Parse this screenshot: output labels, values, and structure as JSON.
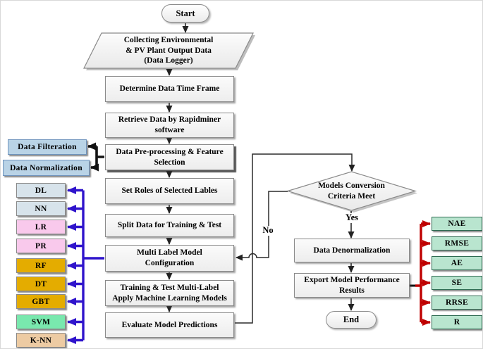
{
  "nodes": {
    "start": "Start",
    "collect": "Collecting Environmental\n& PV Plant Output Data\n(Data Logger)",
    "determine": "Determine Data Time Frame",
    "retrieve": "Retrieve Data by Rapidminer\nsoftware",
    "preprocess": "Data Pre-processing & Feature\nSelection",
    "set_roles": "Set Roles of Selected Lables",
    "split": "Split Data for Training & Test",
    "multi_label": "Multi Label Model\nConfiguration",
    "train_test": "Training & Test Multi-Label\nApply Machine Learning Models",
    "evaluate": "Evaluate Model Predictions",
    "decision": "Models Conversion\nCriteria Meet",
    "denormalization": "Data Denormalization",
    "export": "Export Model Performance\nResults",
    "end": "End"
  },
  "branch_labels": {
    "yes": "Yes",
    "no": "No"
  },
  "preprocessing_outputs": [
    {
      "label": "Data Filteration",
      "color": "#b9d3e6"
    },
    {
      "label": "Data Normalization",
      "color": "#b9d3e6"
    }
  ],
  "models": [
    {
      "label": "DL",
      "color": "#d7e3eb"
    },
    {
      "label": "NN",
      "color": "#d7e3eb"
    },
    {
      "label": "LR",
      "color": "#f9c9ec"
    },
    {
      "label": "PR",
      "color": "#f9c9ec"
    },
    {
      "label": "RF",
      "color": "#e4ac00"
    },
    {
      "label": "DT",
      "color": "#e4ac00"
    },
    {
      "label": "GBT",
      "color": "#e4ac00"
    },
    {
      "label": "SVM",
      "color": "#79e8ae"
    },
    {
      "label": "K-NN",
      "color": "#edcba3"
    }
  ],
  "metrics": [
    {
      "label": "NAE",
      "color": "#b9e5cf"
    },
    {
      "label": "RMSE",
      "color": "#b9e5cf"
    },
    {
      "label": "AE",
      "color": "#b9e5cf"
    },
    {
      "label": "SE",
      "color": "#b9e5cf"
    },
    {
      "label": "RRSE",
      "color": "#b9e5cf"
    },
    {
      "label": "R",
      "color": "#b9e5cf"
    }
  ],
  "colors": {
    "flow_line": "#2b2b2b",
    "model_bracket": "#2f14cc",
    "metric_bracket": "#bf0000",
    "preprocess_bracket": "#141414",
    "node_border": "#8a8a8a",
    "metric_border": "#2f6b52"
  }
}
